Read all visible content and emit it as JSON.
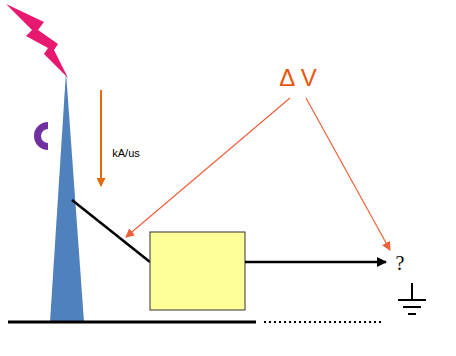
{
  "diagram": {
    "labels": [
      "Δ V",
      "kA/us",
      "?"
    ]
  }
}
